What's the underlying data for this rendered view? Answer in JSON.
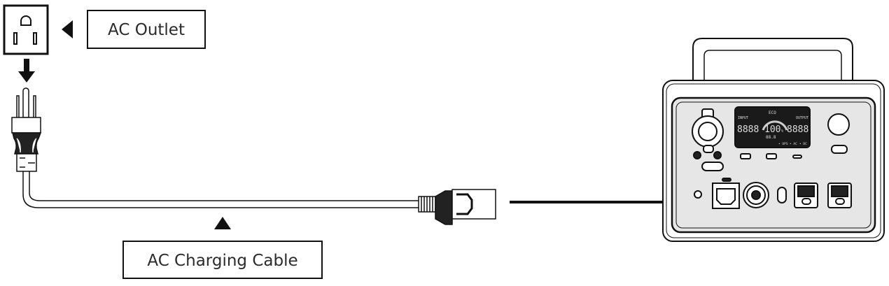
{
  "labels": {
    "outlet": "AC Outlet",
    "cable": "AC Charging Cable"
  },
  "device_display": {
    "mode": "ECO",
    "input_label": "INPUT",
    "output_label": "OUTPUT",
    "input_digits": "8888",
    "output_digits": "8888",
    "battery_percent": "100",
    "percent_sign": "%",
    "small_digits": "88.8",
    "status_ups": "• UPS",
    "status_ac": "• AC",
    "status_dc": "• DC"
  },
  "colors": {
    "line": "#111111",
    "display_bg": "#1a1a1a",
    "panel": "#e6e6e6"
  }
}
